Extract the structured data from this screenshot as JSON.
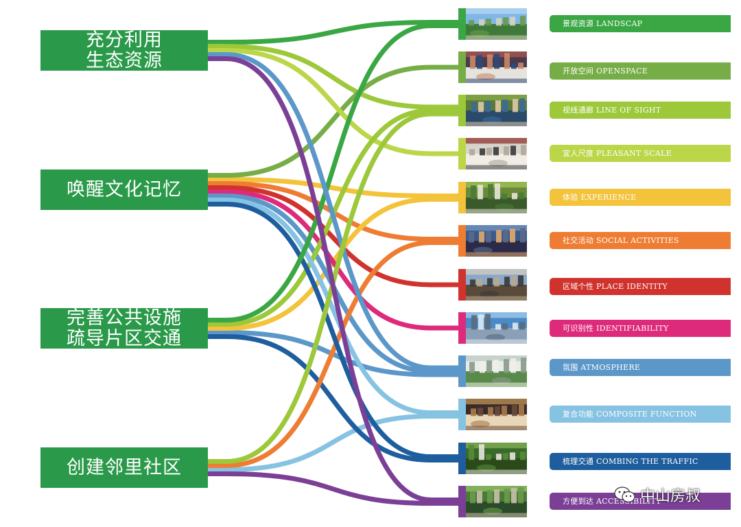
{
  "goals": [
    {
      "id": "g1",
      "lines": [
        "充分利用",
        "生态资源"
      ]
    },
    {
      "id": "g2",
      "lines": [
        "唤醒文化记忆"
      ]
    },
    {
      "id": "g3",
      "lines": [
        "完善公共设施",
        "疏导片区交通"
      ]
    },
    {
      "id": "g4",
      "lines": [
        "创建邻里社区"
      ]
    }
  ],
  "items": [
    {
      "label": "景观资源 LANDSCAP",
      "color": "#3aa744",
      "scene": "city-hill"
    },
    {
      "label": "开放空间 OPENSPACE",
      "color": "#76ad46",
      "scene": "plaza-crowd"
    },
    {
      "label": "视线通廊 LINE OF SIGHT",
      "color": "#9cc83a",
      "scene": "people-group"
    },
    {
      "label": "宜人尺度 PLEASANT SCALE",
      "color": "#bcd64a",
      "scene": "old-street"
    },
    {
      "label": "体验 EXPERIENCE",
      "color": "#f3c33b",
      "scene": "park-lawn"
    },
    {
      "label": "社交活动 SOCIAL ACTIVITIES",
      "color": "#ee7d33",
      "scene": "town-dusk"
    },
    {
      "label": "区域个性 PLACE IDENTITY",
      "color": "#d0332e",
      "scene": "arcade-street"
    },
    {
      "label": "可识别性 IDENTIFIABILITY",
      "color": "#dd2a7b",
      "scene": "skyline"
    },
    {
      "label": "氛围 ATMOSPHERE",
      "color": "#5c97c9",
      "scene": "glass-atrium"
    },
    {
      "label": "复合功能 COMPOSITE FUNCTION",
      "color": "#86c3e3",
      "scene": "mall-interior"
    },
    {
      "label": "梳理交通 COMBING THE TRAFFIC",
      "color": "#1e5e9e",
      "scene": "forest-cyclist"
    },
    {
      "label": "方便到达 ACCESSIBILITY",
      "color": "#7b3f96",
      "scene": "bike-path"
    }
  ],
  "flows": [
    {
      "from": 0,
      "to": 0
    },
    {
      "from": 0,
      "to": 2
    },
    {
      "from": 0,
      "to": 3
    },
    {
      "from": 0,
      "to": 8
    },
    {
      "from": 0,
      "to": 11
    },
    {
      "from": 1,
      "to": 1
    },
    {
      "from": 1,
      "to": 4
    },
    {
      "from": 1,
      "to": 5
    },
    {
      "from": 1,
      "to": 6
    },
    {
      "from": 1,
      "to": 7
    },
    {
      "from": 1,
      "to": 8
    },
    {
      "from": 1,
      "to": 9
    },
    {
      "from": 1,
      "to": 10
    },
    {
      "from": 2,
      "to": 0
    },
    {
      "from": 2,
      "to": 2
    },
    {
      "from": 2,
      "to": 4
    },
    {
      "from": 2,
      "to": 8
    },
    {
      "from": 2,
      "to": 10
    },
    {
      "from": 3,
      "to": 2
    },
    {
      "from": 3,
      "to": 5
    },
    {
      "from": 3,
      "to": 9
    },
    {
      "from": 3,
      "to": 11
    }
  ],
  "watermark": {
    "text": "中山房叔",
    "icon": "wechat-icon"
  }
}
